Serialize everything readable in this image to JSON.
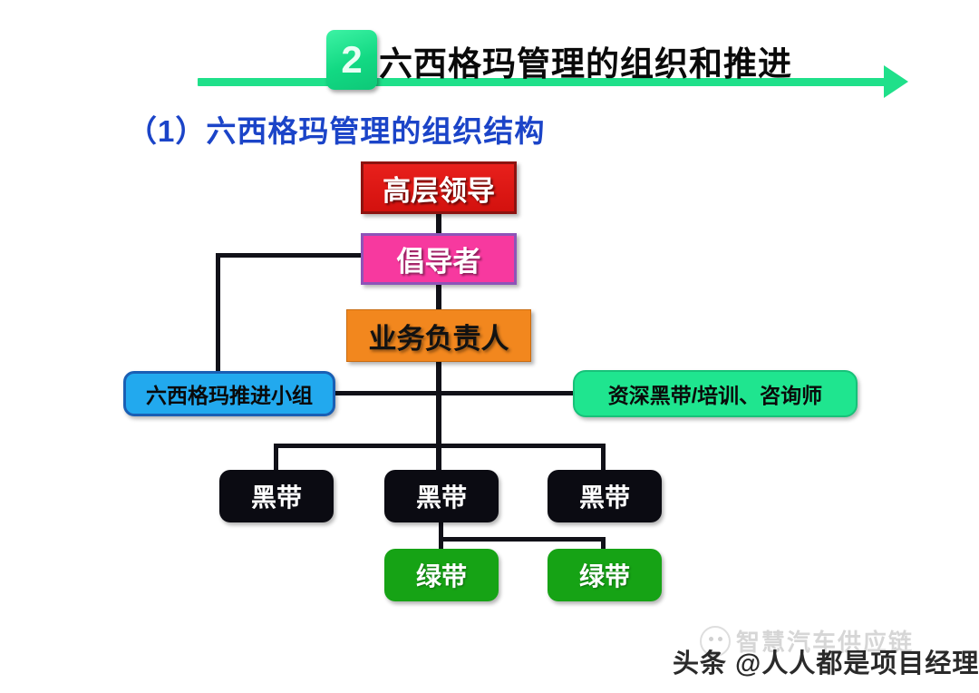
{
  "header": {
    "badge_number": "2",
    "title": "六西格玛管理的组织和推进",
    "accent_color": "#1fe08a",
    "title_color": "#0a0a0a"
  },
  "section": {
    "subtitle": "（1）六西格玛管理的组织结构",
    "subtitle_color": "#1b44c8"
  },
  "chart_data": {
    "type": "diagram",
    "title": "六西格玛管理的组织结构",
    "nodes": [
      {
        "id": "exec",
        "label": "高层领导",
        "level": 1,
        "fill": "#e8201c",
        "border": "#8d1310",
        "text_color": "#ffffff",
        "shape": "rect"
      },
      {
        "id": "champ",
        "label": "倡导者",
        "level": 2,
        "fill": "#f7399f",
        "border": "#8d54b8",
        "text_color": "#ffffff",
        "shape": "rect"
      },
      {
        "id": "owner",
        "label": "业务负责人",
        "level": 3,
        "fill": "#f2871e",
        "border": "#c96c11",
        "text_color": "#121212",
        "shape": "rect"
      },
      {
        "id": "team",
        "label": "六西格玛推进小组",
        "level": 4,
        "fill": "#22a9ee",
        "border": "#1a5fb4",
        "text_color": "#0a0a0a",
        "shape": "rounded"
      },
      {
        "id": "mbb",
        "label": "资深黑带/培训、咨询师",
        "level": 4,
        "fill": "#1fe58f",
        "border": "#18c179",
        "text_color": "#0a0a0a",
        "shape": "rounded"
      },
      {
        "id": "bb1",
        "label": "黑带",
        "level": 5,
        "fill": "#0b0b12",
        "border": "#0b0b12",
        "text_color": "#ffffff",
        "shape": "rounded"
      },
      {
        "id": "bb2",
        "label": "黑带",
        "level": 5,
        "fill": "#0b0b12",
        "border": "#0b0b12",
        "text_color": "#ffffff",
        "shape": "rounded"
      },
      {
        "id": "bb3",
        "label": "黑带",
        "level": 5,
        "fill": "#0b0b12",
        "border": "#0b0b12",
        "text_color": "#ffffff",
        "shape": "rounded"
      },
      {
        "id": "gb1",
        "label": "绿带",
        "level": 6,
        "fill": "#16a315",
        "border": "#16a315",
        "text_color": "#ffffff",
        "shape": "rounded"
      },
      {
        "id": "gb2",
        "label": "绿带",
        "level": 6,
        "fill": "#16a315",
        "border": "#16a315",
        "text_color": "#ffffff",
        "shape": "rounded"
      }
    ],
    "edges": [
      {
        "from": "exec",
        "to": "champ"
      },
      {
        "from": "champ",
        "to": "owner"
      },
      {
        "from": "champ",
        "to": "team"
      },
      {
        "from": "owner",
        "to": "team"
      },
      {
        "from": "owner",
        "to": "mbb"
      },
      {
        "from": "owner",
        "to": "bb1"
      },
      {
        "from": "owner",
        "to": "bb2"
      },
      {
        "from": "owner",
        "to": "bb3"
      },
      {
        "from": "bb2",
        "to": "gb1"
      },
      {
        "from": "bb2",
        "to": "gb2"
      }
    ],
    "edge_color": "#111118"
  },
  "watermark": {
    "main": "头条 @人人都是项目经理",
    "faint": "智慧汽车供应链"
  }
}
